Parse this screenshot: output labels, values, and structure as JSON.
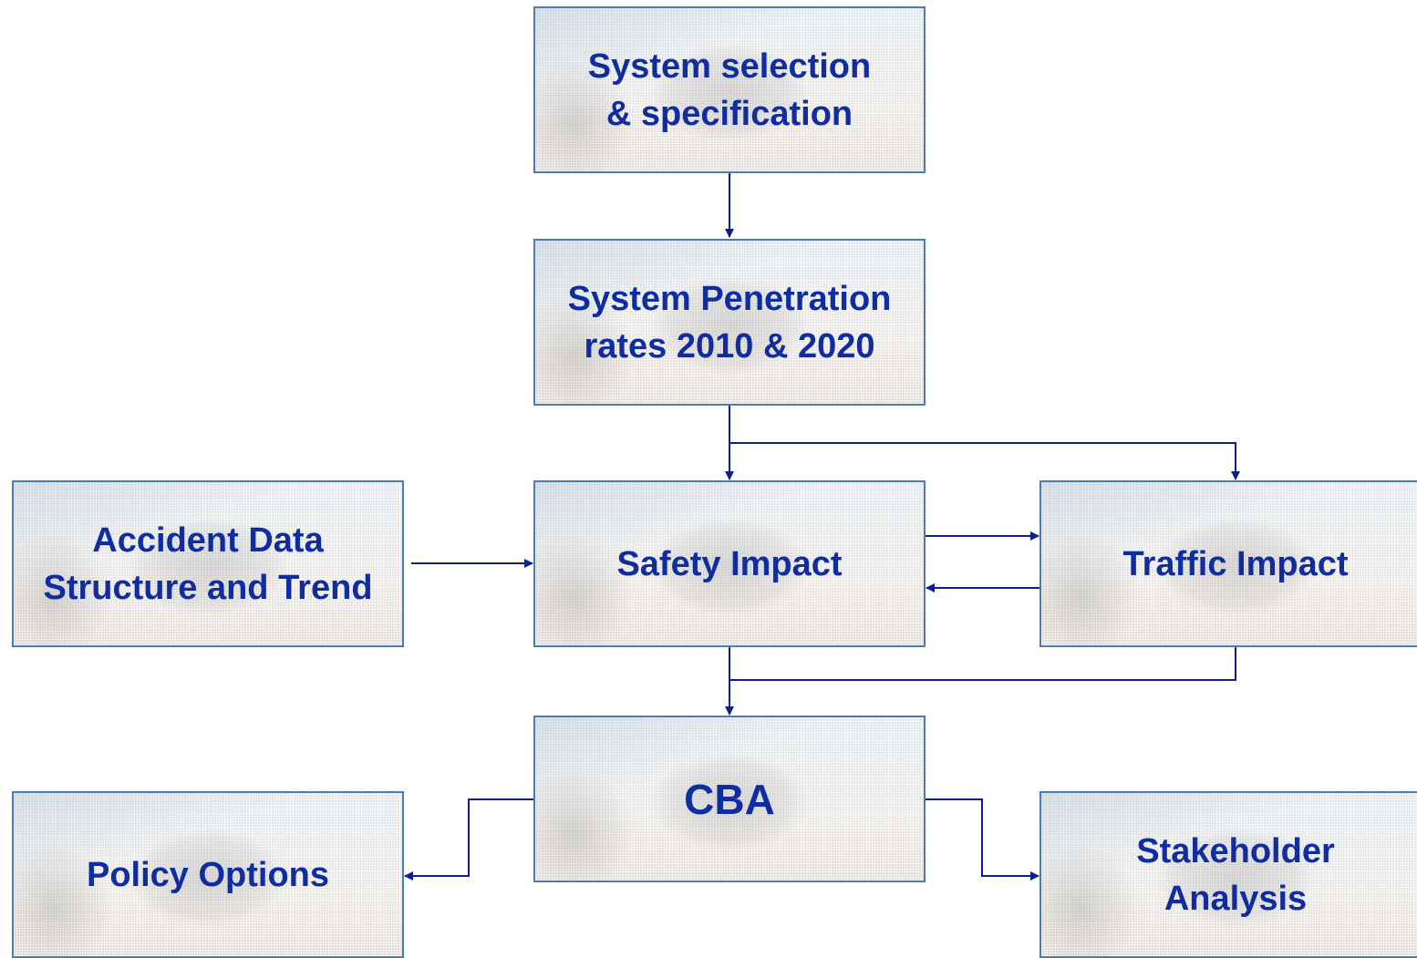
{
  "boxes": {
    "selection": "System selection\n& specification",
    "penetration": "System Penetration\nrates 2010 & 2020",
    "accident": "Accident Data\nStructure and Trend",
    "safety": "Safety Impact",
    "traffic": "Traffic Impact",
    "cba": "CBA",
    "policy": "Policy Options",
    "stakeholder": "Stakeholder\nAnalysis"
  },
  "colors": {
    "text": "#0f2da0",
    "arrow": "#0a1f96",
    "border": "#4a7db5"
  }
}
